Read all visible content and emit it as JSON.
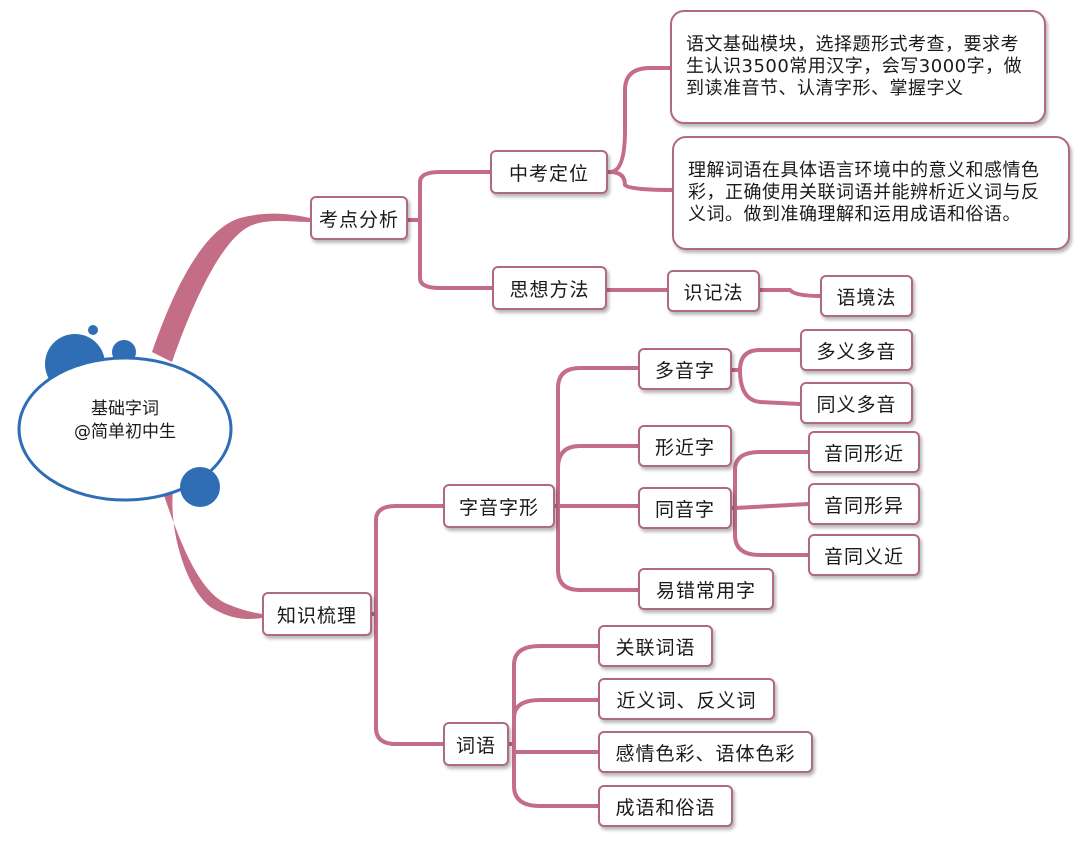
{
  "colors": {
    "branch": "#c46d86",
    "node_border": "#b0697f",
    "root_blue": "#2f6db5"
  },
  "root": {
    "line1": "基础字词",
    "line2": "@简单初中生"
  },
  "branches": {
    "kaodian": {
      "label": "考点分析",
      "zhongkao": {
        "label": "中考定位",
        "note1": "语文基础模块，选择题形式考查，要求考生认识3500常用汉字，会写3000字，做到读准音节、认清字形、掌握字义",
        "note2": "理解词语在具体语言环境中的意义和感情色彩，正确使用关联词语并能辨析近义词与反义词。做到准确理解和运用成语和俗语。"
      },
      "sixiang": {
        "label": "思想方法",
        "shiji": "识记法",
        "yujing": "语境法"
      }
    },
    "zhishi": {
      "label": "知识梳理",
      "ziyin": {
        "label": "字音字形",
        "duoyin": {
          "label": "多音字",
          "items": [
            "多义多音",
            "同义多音"
          ]
        },
        "xingjin": "形近字",
        "tongyin": {
          "label": "同音字",
          "items": [
            "音同形近",
            "音同形异",
            "音同义近"
          ]
        },
        "yicuo": "易错常用字"
      },
      "ciyu": {
        "label": "词语",
        "items": [
          "关联词语",
          "近义词、反义词",
          "感情色彩、语体色彩",
          "成语和俗语"
        ]
      }
    }
  }
}
